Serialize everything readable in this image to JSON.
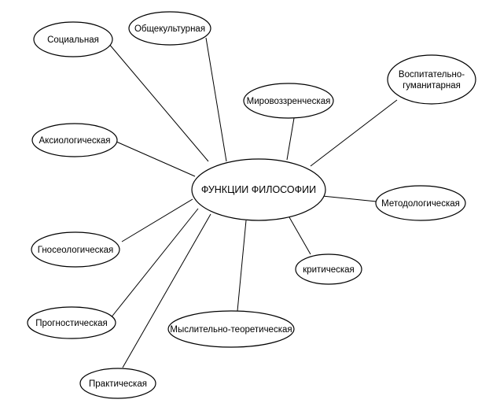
{
  "diagram": {
    "center": {
      "id": "center",
      "label": "ФУНКЦИИ ФИЛОСОФИИ"
    },
    "nodes": [
      {
        "id": "socialnaya",
        "label": [
          "Социальная"
        ]
      },
      {
        "id": "obshchekulturnaya",
        "label": [
          "Общекультурная"
        ]
      },
      {
        "id": "mirovozzrencheskaya",
        "label": [
          "Мировоззренческая"
        ]
      },
      {
        "id": "vospitatelno",
        "label": [
          "Воспитательно-",
          "гуманитарная"
        ]
      },
      {
        "id": "aksiologicheskaya",
        "label": [
          "Аксиологическая"
        ]
      },
      {
        "id": "metodologicheskaya",
        "label": [
          "Методологическая"
        ]
      },
      {
        "id": "gnoseologicheskaya",
        "label": [
          "Гносеологическая"
        ]
      },
      {
        "id": "kriticheskaya",
        "label": [
          "критическая"
        ]
      },
      {
        "id": "prognosticheskaya",
        "label": [
          "Прогностическая"
        ]
      },
      {
        "id": "myslitelno",
        "label": [
          "Мыслительно-теоретическая"
        ]
      },
      {
        "id": "prakticheskaya",
        "label": [
          "Практическая"
        ]
      }
    ],
    "edges": [
      [
        "center",
        "socialnaya"
      ],
      [
        "center",
        "obshchekulturnaya"
      ],
      [
        "center",
        "mirovozzrencheskaya"
      ],
      [
        "center",
        "vospitatelno"
      ],
      [
        "center",
        "aksiologicheskaya"
      ],
      [
        "center",
        "metodologicheskaya"
      ],
      [
        "center",
        "gnoseologicheskaya"
      ],
      [
        "center",
        "kriticheskaya"
      ],
      [
        "center",
        "prognosticheskaya"
      ],
      [
        "center",
        "myslitelno"
      ],
      [
        "center",
        "prakticheskaya"
      ]
    ],
    "colors": {
      "stroke": "#000000",
      "fill": "#ffffff",
      "text": "#000000"
    }
  }
}
